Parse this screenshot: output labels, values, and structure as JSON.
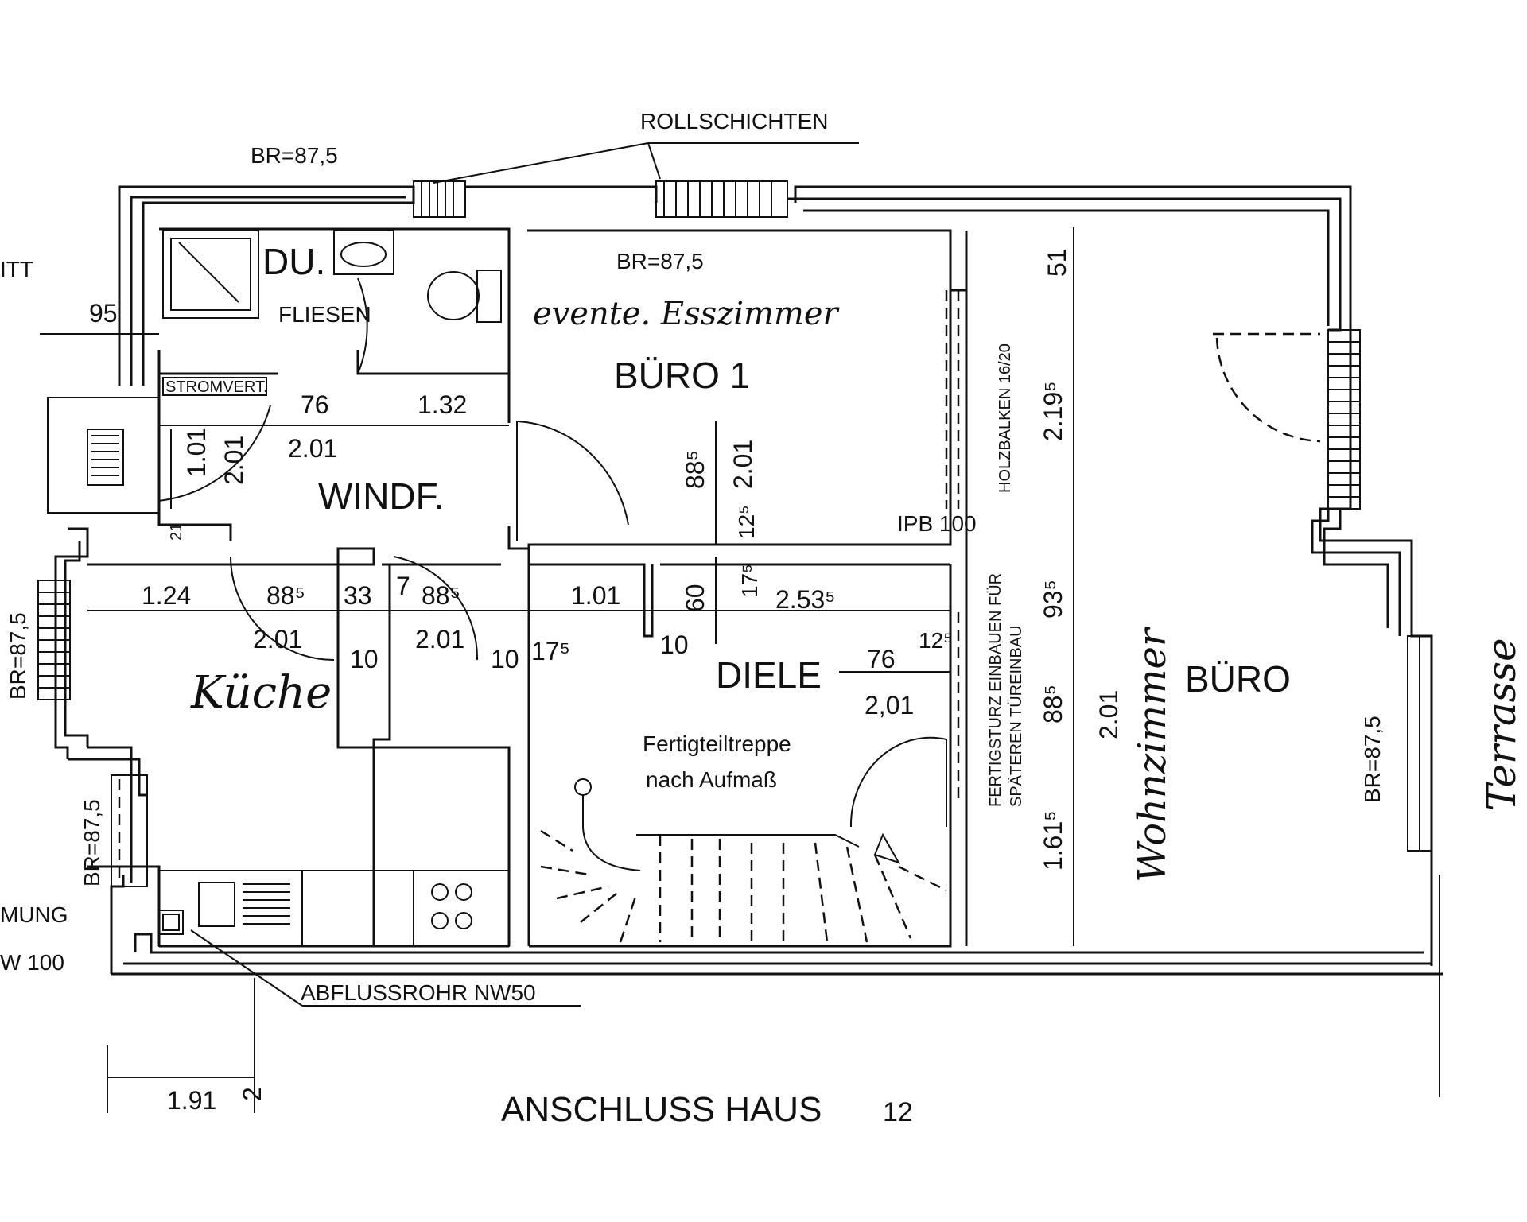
{
  "header": {
    "rollschichten": "ROLLSCHICHTEN",
    "br_top_left": "BR=87,5"
  },
  "rooms": {
    "du": "DU.",
    "fliesen": "FLIESEN",
    "buero1": "BÜRO 1",
    "br_buero1": "BR=87,5",
    "esszimmer_note": "evente. Esszimmer",
    "windf": "WINDF.",
    "kueche": "Küche",
    "diele": "DIELE",
    "buero": "BÜRO",
    "wohnzimmer_note": "Wohnzimmer",
    "terrasse": "Terrasse",
    "stromvert": "STROMVERT.",
    "treppe_line1": "Fertigteiltreppe",
    "treppe_line2": "nach Aufmaß",
    "holzbalken": "HOLZBALKEN 16/20",
    "ipb": "IPB 100",
    "fertigsturz_line1": "FERTIGSTURZ EINBAUEN FÜR",
    "fertigsturz_line2": "SPÄTEREN TÜREINBAU",
    "br_left": "BR=87,5",
    "br_left_lower": "BR=87,5",
    "br_right": "BR=87,5",
    "left_itt": "ITT",
    "left_mung": "MUNG",
    "left_nw100": "W 100"
  },
  "dimensions": {
    "d95": "95",
    "d76a": "76",
    "d132": "1.32",
    "d201a": "2.01",
    "d101a": "1.01",
    "d201b": "2.01",
    "d21": "21",
    "d885a": "88⁵",
    "d201c": "2.01",
    "d125": "12⁵",
    "d124": "1.24",
    "d885b": "88⁵",
    "d33": "33",
    "d7": "7",
    "d885c": "88⁵",
    "d101b": "1.01",
    "d60": "60",
    "d175a": "17⁵",
    "d2535": "2.53⁵",
    "d201d": "2.01",
    "d10a": "10",
    "d201e": "2.01",
    "d10b": "10",
    "d175b": "17⁵",
    "d10c": "10",
    "d76b": "76",
    "d201f": "2,01",
    "d125b": "12⁵",
    "d51": "51",
    "d2195": "2.19⁵",
    "d935": "93⁵",
    "d885d": "88⁵",
    "d201g": "2.01",
    "d1615": "1.61⁵",
    "d191": "1.91",
    "d2": "2"
  },
  "labels": {
    "abfluss": "ABFLUSSROHR NW50",
    "anschluss": "ANSCHLUSS HAUS",
    "anschluss_nr": "12"
  },
  "colors": {
    "ink": "#111111",
    "paper": "#ffffff"
  }
}
